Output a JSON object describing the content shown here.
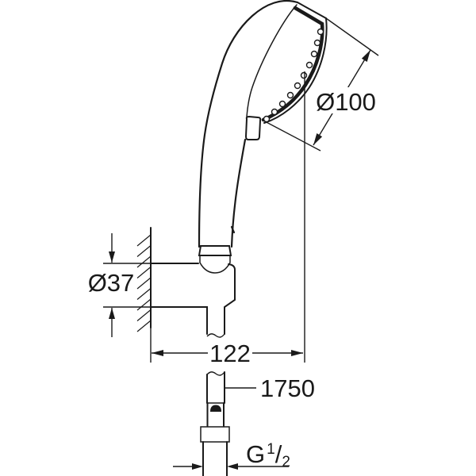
{
  "drawing": {
    "labels": {
      "head_diameter": "Ø100",
      "holder_diameter": "Ø37",
      "wall_offset": "122",
      "hose_length": "1750",
      "thread": {
        "letter": "G",
        "numerator": "1",
        "slash": "/",
        "denominator": "2"
      }
    },
    "colors": {
      "line": "#1a1a1a",
      "background": "#ffffff"
    }
  }
}
